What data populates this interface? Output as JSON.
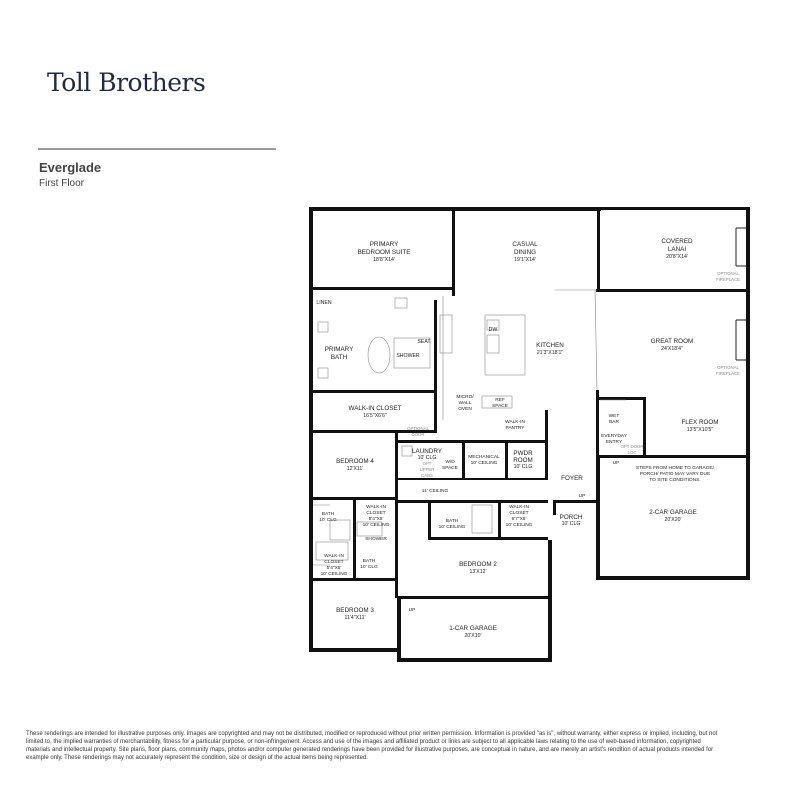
{
  "brand": {
    "logo_text": "Toll Brothers"
  },
  "plan": {
    "name": "Everglade",
    "floor": "First Floor"
  },
  "rooms": {
    "primary_suite": {
      "name": "PRIMARY",
      "name2": "BEDROOM SUITE",
      "dims": "18'8\"X14'"
    },
    "casual_dining": {
      "name": "CASUAL",
      "name2": "DINING",
      "dims": "19'1\"X14'"
    },
    "covered_lanai": {
      "name": "COVERED",
      "name2": "LANAI",
      "dims": "20'8\"X14'"
    },
    "linen": {
      "name": "LINEN"
    },
    "primary_bath": {
      "name": "PRIMARY",
      "name2": "BATH"
    },
    "seat": {
      "name": "SEAT"
    },
    "shower": {
      "name": "SHOWER"
    },
    "dw": {
      "name": "DW"
    },
    "kitchen": {
      "name": "KITCHEN",
      "dims": "21'3\"X18'1\""
    },
    "great_room": {
      "name": "GREAT ROOM",
      "dims": "24'X18'4\""
    },
    "optional_fireplace_1": {
      "line1": "OPTIONAL",
      "line2": "FIREPLACE"
    },
    "optional_fireplace_2": {
      "line1": "OPTIONAL",
      "line2": "FIREPLACE"
    },
    "walk_in_closet": {
      "name": "WALK-IN CLOSET",
      "dims": "16'5\"X6'6\""
    },
    "micro_wall_oven": {
      "line1": "MICRO/",
      "line2": "WALL",
      "line3": "OVEN"
    },
    "ref_space": {
      "line1": "REF",
      "line2": "SPACE"
    },
    "walk_in_pantry": {
      "line1": "WALK-IN",
      "line2": "PANTRY"
    },
    "wet_bar": {
      "line1": "WET",
      "line2": "BAR"
    },
    "flex_room": {
      "name": "FLEX ROOM",
      "dims": "13'5\"X10'5\""
    },
    "everyday_entry": {
      "line1": "EVERYDAY",
      "line2": "ENTRY"
    },
    "optional_door": {
      "line1": "OPTIONAL",
      "line2": "DOOR"
    },
    "opt_door_2": {
      "line1": "OPT DOOR",
      "line2": "LOC"
    },
    "laundry": {
      "name": "LAUNDRY",
      "ceiling": "10' CLG"
    },
    "wd_space": {
      "line1": "W/D",
      "line2": "SPACE"
    },
    "upper_cabs": {
      "line1": "OPT",
      "line2": "UPPER",
      "line3": "CABS"
    },
    "mechanical": {
      "name": "MECHANICAL",
      "ceiling": "10' CEILING"
    },
    "powder": {
      "name": "PWDR",
      "name2": "ROOM",
      "ceiling": "10' CLG"
    },
    "bedroom4": {
      "name": "BEDROOM 4",
      "dims": "12'X11'"
    },
    "ceiling_11": {
      "text": "11' CEILING"
    },
    "foyer": {
      "name": "FOYER"
    },
    "garage_note": {
      "line1": "STEPS FROM HOME TO GARAGE/",
      "line2": "PORCH/ PATIO MAY VARY DUE",
      "line3": "TO SITE CONDITIONS."
    },
    "bath_a": {
      "name": "BATH",
      "ceiling": "10' CLG"
    },
    "wic_a": {
      "name": "WALK-IN",
      "name2": "CLOSET",
      "dims": "5'4\"X5'",
      "ceiling": "10' CEILING"
    },
    "shower_b": {
      "name": "SHOWER"
    },
    "wic_b": {
      "name": "WALK-IN",
      "name2": "CLOSET",
      "dims": "5'4\"X5'",
      "ceiling": "10' CEILING"
    },
    "bath_b": {
      "name": "BATH",
      "ceiling": "10' CLG"
    },
    "bath_c": {
      "name": "BATH",
      "ceiling": "10' CEILING"
    },
    "wic_c": {
      "name": "WALK-IN",
      "name2": "CLOSET",
      "dims": "6'7\"X5'",
      "ceiling": "10' CEILING"
    },
    "porch": {
      "name": "PORCH",
      "ceiling": "10' CLG"
    },
    "garage_2car": {
      "name": "2-CAR GARAGE",
      "dims": "20'X20'"
    },
    "bedroom2": {
      "name": "BEDROOM 2",
      "dims": "13'X12'"
    },
    "bedroom3": {
      "name": "BEDROOM 3",
      "dims": "11'4\"X11'"
    },
    "garage_1car": {
      "name": "1-CAR GARAGE",
      "dims": "20'X10'"
    },
    "up_1": {
      "text": "UP"
    },
    "up_2": {
      "text": "UP"
    },
    "up_3": {
      "text": "UP"
    }
  },
  "disclaimer": "These renderings are intended for illustrative purposes only. Images are copyrighted and may not be distributed, modified or reproduced without prior written permission. Information is provided \"as is\", without warranty, either express or implied, including, but not limited to, the implied warranties of merchantability, fitness for a particular purpose, or non-infringement. Access and use of the images and affiliated product or links are subject to all applicable laws relating to the use of web-based information, copyrighted materials and intellectual property. Site plans, floor plans, community maps, photos and/or computer generated renderings have been provided for illustrative purposes, are conceptual in nature, and are merely an artist's rendition of actual products intended for example only. These renderings may not accurately represent the condition, size or design of the actual items being represented."
}
